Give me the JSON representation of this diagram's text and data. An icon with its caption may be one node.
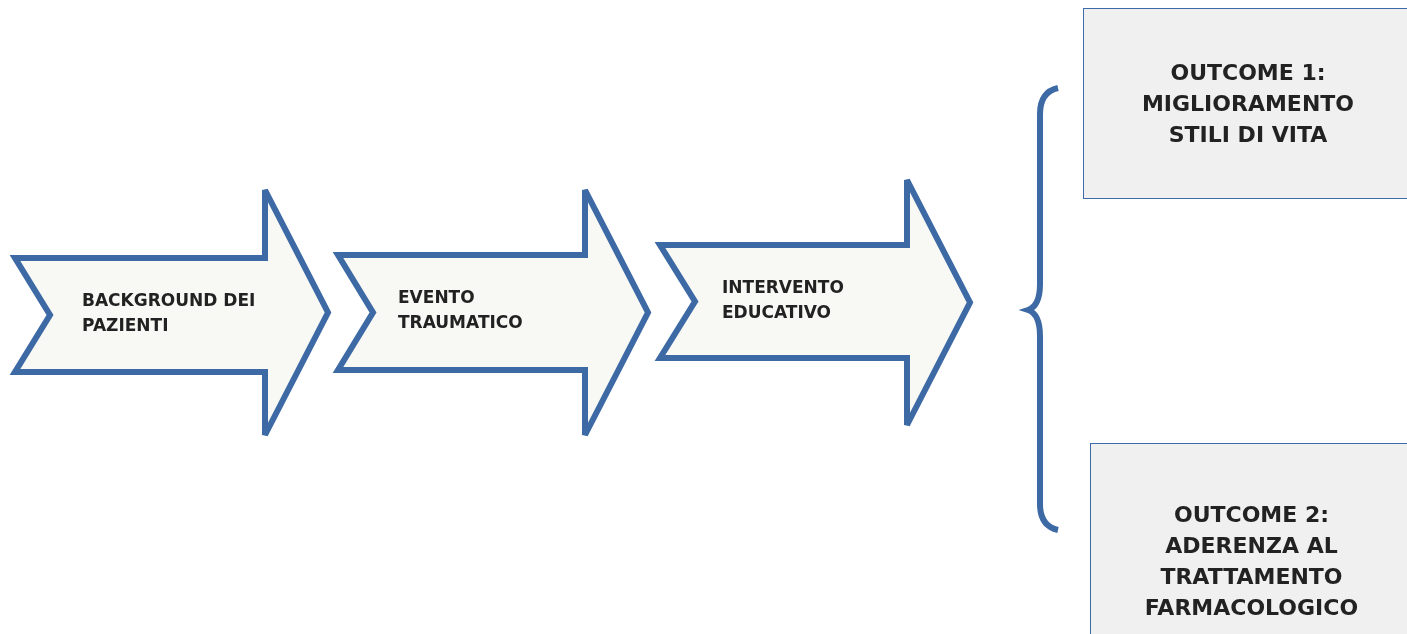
{
  "diagram": {
    "nodes": [
      {
        "text": [
          "BACKGROUND DEI PAZIENTI"
        ]
      },
      {
        "text": [
          "EVENTO TRAUMATICO"
        ]
      },
      {
        "text": [
          "INTERVENTO EDUCATIVO"
        ]
      },
      {
        "text": [
          "OUTCOME 1: MIGLIORAMENTO STILI DI VITA"
        ]
      },
      {
        "text": [
          "OUTCOME 2: ADERENZA AL TRATTAMENTO FARMACOLOGICO"
        ]
      }
    ]
  }
}
